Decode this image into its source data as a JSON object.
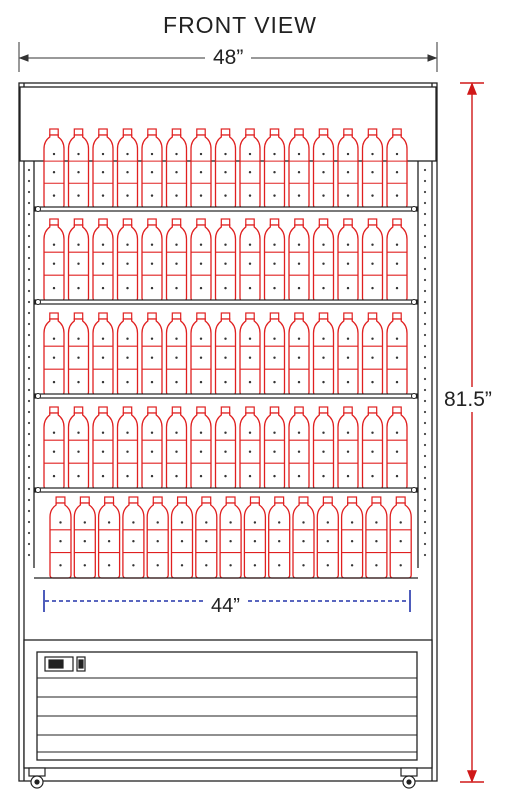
{
  "title": "FRONT VIEW",
  "dimensions": {
    "overall_width": "48”",
    "overall_height": "81.5”",
    "interior_width": "44”"
  },
  "colors": {
    "outline": "#222222",
    "bottle": "#e02020",
    "height_dim": "#d01818",
    "interior_dim": "#2233aa"
  },
  "shelves": [
    {
      "row": 1,
      "bottles": 15
    },
    {
      "row": 2,
      "bottles": 15
    },
    {
      "row": 3,
      "bottles": 15
    },
    {
      "row": 4,
      "bottles": 15
    },
    {
      "row": 5,
      "bottles": 15
    }
  ]
}
